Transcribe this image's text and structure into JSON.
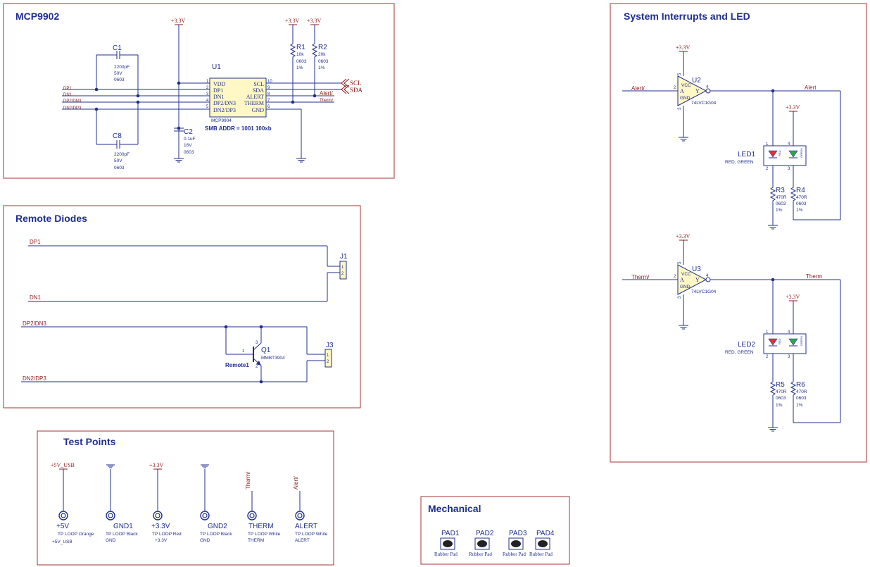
{
  "sections": {
    "mcp": "MCP9902",
    "remote": "Remote Diodes",
    "tp": "Test Points",
    "mech": "Mechanical",
    "sys": "System Interrupts and LED"
  },
  "power": {
    "v33": "+3.3V",
    "v5": "+5V_USB"
  },
  "mcp": {
    "u1_des": "U1",
    "u1_part": "MCP9904",
    "smb_addr": "SMB ADDR = 1001 100xb",
    "pins_left": [
      "VDD",
      "DP1",
      "DN1",
      "DP2/DN3",
      "DN2/DP3"
    ],
    "pins_left_num": [
      "1",
      "2",
      "3",
      "4",
      "5"
    ],
    "pins_right": [
      "SCL",
      "SDA",
      "ALERT",
      "THERM",
      "GND"
    ],
    "pins_right_num": [
      "10",
      "9",
      "8",
      "7",
      "6"
    ],
    "net_dp1": "DP1",
    "net_dn1": "DN1",
    "net_dp2dn3": "DP2/DN3",
    "net_dn2dp3": "DN2/DP3",
    "net_scl": "SCL",
    "net_sda": "SDA",
    "net_alert": "Alert/",
    "net_therm": "Therm/",
    "c1": {
      "des": "C1",
      "val": "2200pF",
      "v": "50V",
      "pkg": "0603"
    },
    "c8": {
      "des": "C8",
      "val": "2200pF",
      "v": "50V",
      "pkg": "0603"
    },
    "c2": {
      "des": "C2",
      "val": "0.1uF",
      "v": "16V",
      "pkg": "0603"
    },
    "r1": {
      "des": "R1",
      "val": "10k",
      "pkg": "0603",
      "tol": "1%"
    },
    "r2": {
      "des": "R2",
      "val": "20k",
      "pkg": "0603",
      "tol": "1%"
    }
  },
  "remote": {
    "net_dp1": "DP1",
    "net_dn1": "DN1",
    "net_dp2dn3": "DP2/DN3",
    "net_dn2dp3": "DN2/DP3",
    "j1": "J1",
    "j3": "J3",
    "q1_des": "Q1",
    "q1_part": "MMBT3904",
    "q1_name": "Remote1",
    "q1_pin_b": "1",
    "q1_pin_c": "3",
    "q1_pin_e": "2",
    "pin1": "1",
    "pin2": "2"
  },
  "test_points": [
    {
      "net": "+5V_USB",
      "des": "+5V",
      "type": "TP LOOP Orange",
      "sub": "+5V_USB"
    },
    {
      "net": "",
      "des": "GND1",
      "type": "TP LOOP Black",
      "sub": "GND"
    },
    {
      "net": "+3.3V",
      "des": "+3.3V",
      "type": "TP LOOP Red",
      "sub": "+3.3V"
    },
    {
      "net": "",
      "des": "GND2",
      "type": "TP LOOP Black",
      "sub": "GND"
    },
    {
      "net": "Therm/",
      "des": "THERM",
      "type": "TP LOOP White",
      "sub": "THERM"
    },
    {
      "net": "Alert/",
      "des": "ALERT",
      "type": "TP LOOP White",
      "sub": "ALERT"
    }
  ],
  "mech": {
    "pads": [
      {
        "des": "PAD1",
        "label": "Rubber Pad"
      },
      {
        "des": "PAD2",
        "label": "Rubber Pad"
      },
      {
        "des": "PAD3",
        "label": "Rubber Pad"
      },
      {
        "des": "PAD4",
        "label": "Rubber Pad"
      }
    ]
  },
  "sys": {
    "u2_des": "U2",
    "u3_des": "U3",
    "gate_part": "74LVC1G04",
    "gate_vcc": "VCC",
    "gate_a": "A",
    "gate_y": "Y",
    "gate_gnd": "GND",
    "pin_a": "2",
    "pin_y": "4",
    "pin_vcc": "5",
    "pin_gnd": "3",
    "net_alert_in": "Alert/",
    "net_alert_out": "Alert",
    "net_therm_in": "Therm/",
    "net_therm_out": "Therm",
    "led1": {
      "des": "LED1",
      "val": "RED, GREEN"
    },
    "led2": {
      "des": "LED2",
      "val": "RED, GREEN"
    },
    "led_red": "RED",
    "led_green": "GREEN",
    "led_pin1": "1",
    "led_pin2": "2",
    "led_pin3": "3",
    "led_pin4": "4",
    "r3": {
      "des": "R3",
      "val": "470R",
      "pkg": "0603",
      "tol": "1%"
    },
    "r4": {
      "des": "R4",
      "val": "470R",
      "pkg": "0603",
      "tol": "1%"
    },
    "r5": {
      "des": "R5",
      "val": "470R",
      "pkg": "0603",
      "tol": "1%"
    },
    "r6": {
      "des": "R6",
      "val": "470R",
      "pkg": "0603",
      "tol": "1%"
    }
  },
  "colors": {
    "wire": "#1f2f8f",
    "border": "#a83232",
    "net": "#8b1a1a",
    "body": "#fff8c4",
    "led_red": "#e8303a",
    "led_green": "#2ca84a"
  }
}
